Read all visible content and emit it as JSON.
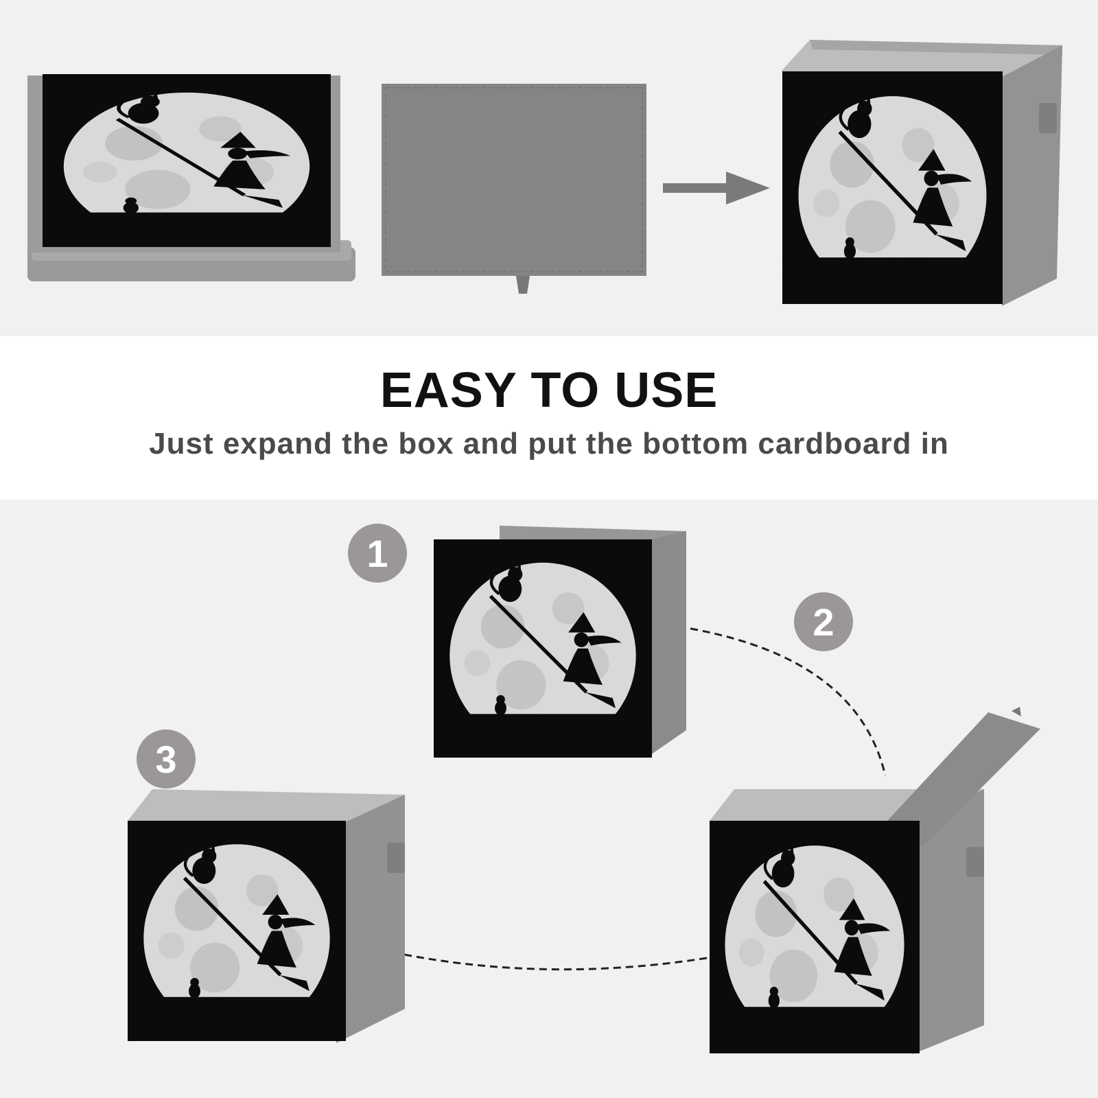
{
  "heading": "EASY TO USE",
  "subheading": "Just expand the box and put the bottom cardboard in",
  "steps": [
    "1",
    "2",
    "3"
  ],
  "colors": {
    "background_band": "#f1f1f1",
    "box_gray": "#8e8e8e",
    "cardboard_gray": "#858585",
    "print_black": "#0b0b0b",
    "moon": "#d8d8d8",
    "badge": "#9b9698"
  },
  "illustration": {
    "design": "witch on broomstick with cats in front of full moon",
    "icons": [
      "arrow-right-icon",
      "dashed-curve-connector"
    ]
  }
}
